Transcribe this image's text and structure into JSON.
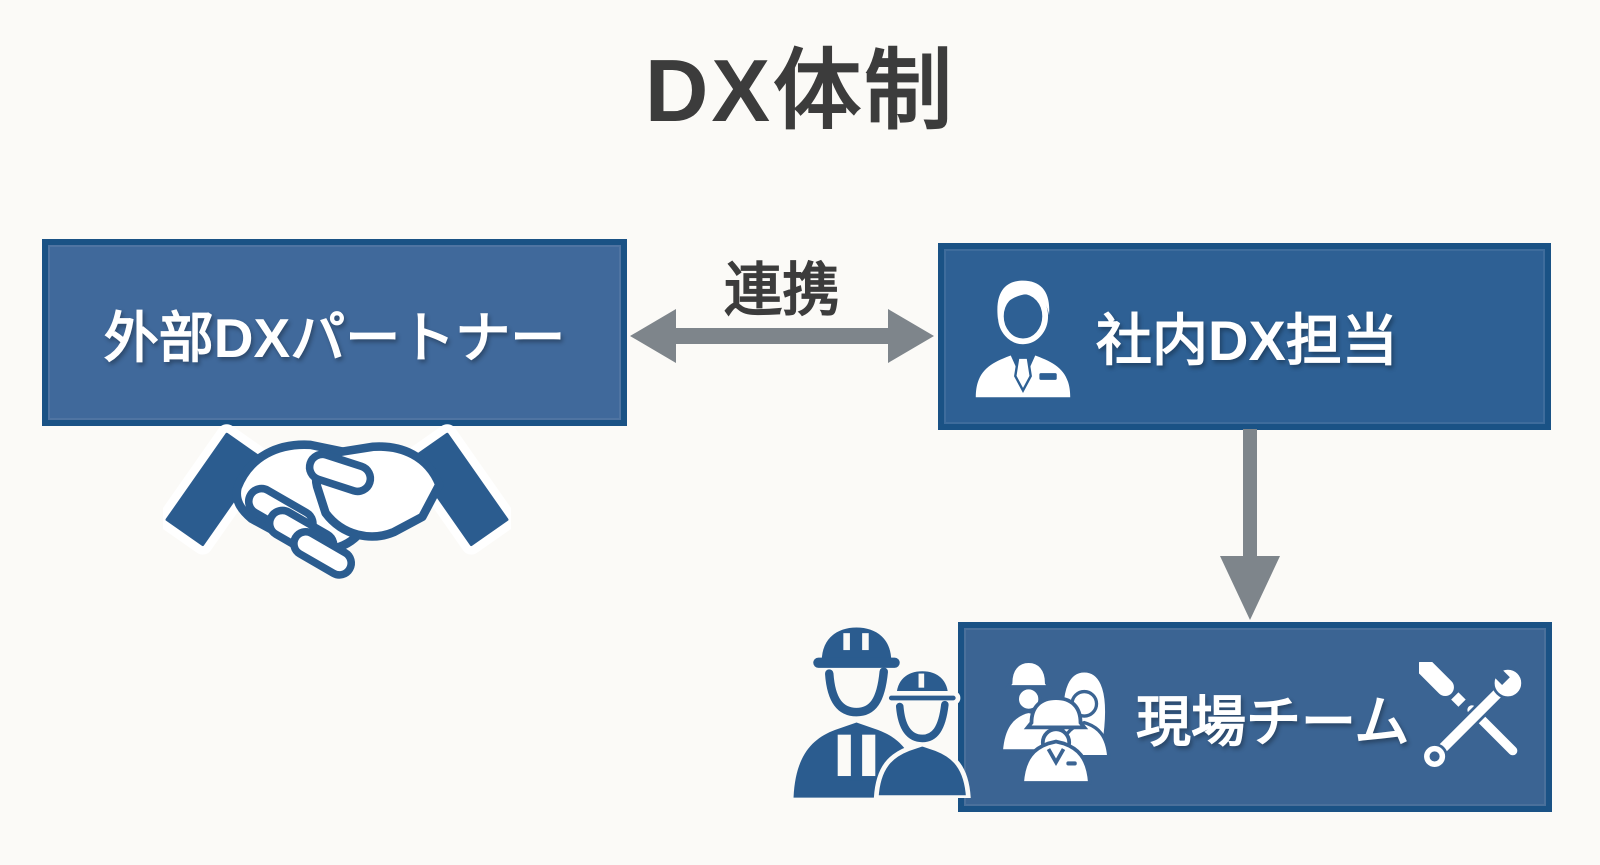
{
  "title": "DX体制",
  "diagram": {
    "partner_box": {
      "label": "外部DXパートナー"
    },
    "internal_box": {
      "label": "社内DX担当"
    },
    "field_box": {
      "label": "現場チーム"
    },
    "collab_arrow": {
      "label": "連携"
    }
  },
  "icons": {
    "handshake": "handshake-icon",
    "businessman": "businessman-icon",
    "workers": "construction-workers-icon",
    "team": "field-team-icon",
    "tools": "crossed-tools-icon"
  },
  "colors": {
    "bg": "#fbfaf7",
    "title_text": "#3c3c3c",
    "box_border": "#1a5285",
    "partner_fill": "#40699b",
    "internal_fill": "#2e6094",
    "field_fill": "#3b6493",
    "arrow_gray": "#7e858b",
    "icon_blue": "#2b5c8f",
    "label_white": "#ffffff"
  }
}
